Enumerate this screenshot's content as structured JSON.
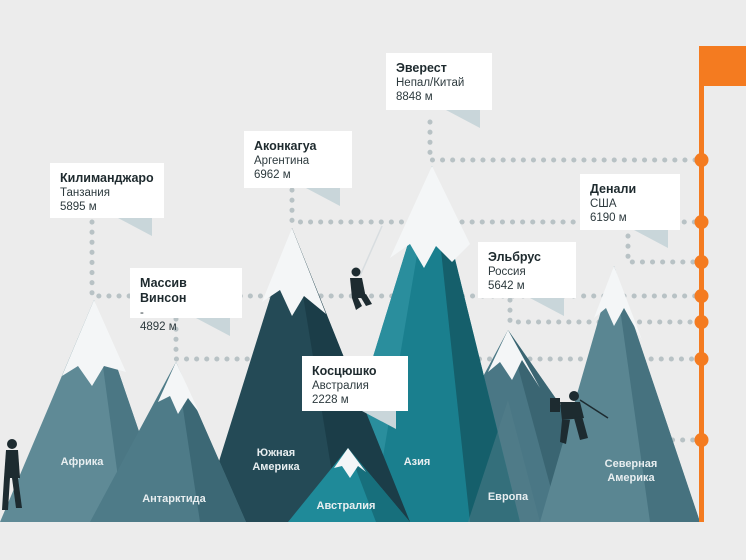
{
  "peaks": [
    {
      "id": "kilimanjaro",
      "name": "Килиманджаро",
      "country": "Танзания",
      "height": "5895 м"
    },
    {
      "id": "vinson",
      "name": "Массив Винсон",
      "country": "-",
      "height": "4892 м"
    },
    {
      "id": "aconcagua",
      "name": "Аконкагуа",
      "country": "Аргентина",
      "height": "6962 м"
    },
    {
      "id": "everest",
      "name": "Эверест",
      "country": "Непал/Китай",
      "height": "8848 м"
    },
    {
      "id": "kosciuszko",
      "name": "Косцюшко",
      "country": "Австралия",
      "height": "2228 м"
    },
    {
      "id": "elbrus",
      "name": "Эльбрус",
      "country": "Россия",
      "height": "5642 м"
    },
    {
      "id": "denali",
      "name": "Денали",
      "country": "США",
      "height": "6190 м"
    }
  ],
  "continents": {
    "africa": "Африка",
    "antarctica": "Антарктида",
    "south_america_1": "Южная",
    "south_america_2": "Америка",
    "australia": "Австралия",
    "asia": "Азия",
    "europe": "Европа",
    "north_america_1": "Северная",
    "north_america_2": "Америка"
  },
  "colors": {
    "background": "#ececec",
    "flag": "#f47b20",
    "pole": "#f47b20",
    "dots": "#b8c2c5",
    "snow": "#f4f6f7",
    "mountain_light": "#5f8a96",
    "mountain_mid": "#3f6d7a",
    "mountain_dark": "#244a56",
    "mountain_teal": "#1a7f8e"
  },
  "icons": {
    "flag": "flag-icon",
    "climber_left": "climber-icon",
    "climber_center": "climber-icon",
    "climber_right": "climber-icon"
  }
}
